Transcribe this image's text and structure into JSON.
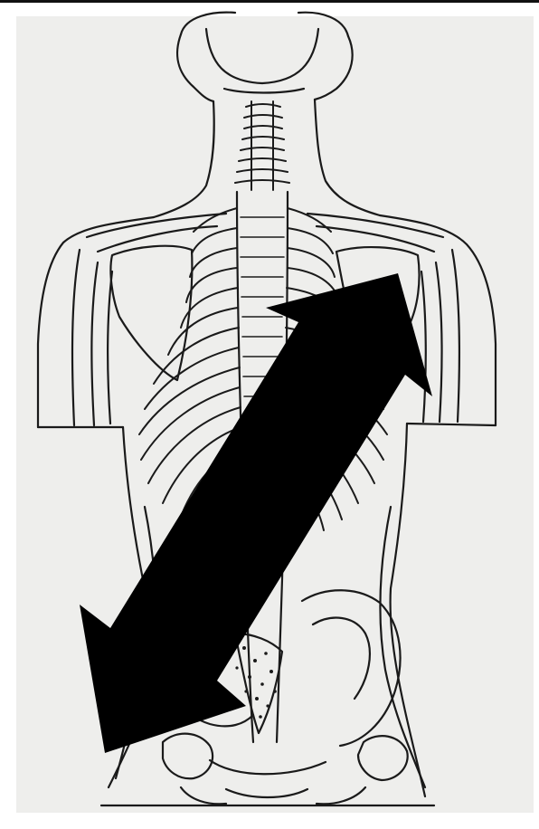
{
  "figure": {
    "subject": "posterior-view-human-torso",
    "style": "black-ink-line-drawing",
    "annotation": {
      "type": "double-headed-arrow",
      "direction": "diagonal-lower-left-to-upper-right",
      "from": "left-pelvis",
      "to": "right-shoulder"
    }
  },
  "colors": {
    "paper": "#eeeeec",
    "ink": "#1a1a1a",
    "arrow": "#000000",
    "frame": "#ffffff"
  }
}
